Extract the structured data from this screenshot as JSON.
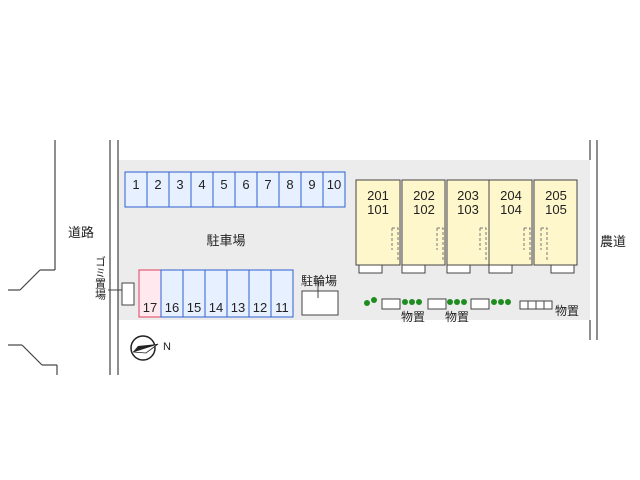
{
  "labels": {
    "road_left": "道路",
    "road_right": "農道",
    "parking": "駐車場",
    "bicycle_parking": "駐輪場",
    "garbage": "ゴミ置場",
    "storage_1": "物置",
    "storage_2": "物置",
    "storage_3": "物置",
    "north": "N"
  },
  "parking_top": [
    "1",
    "2",
    "3",
    "4",
    "5",
    "6",
    "7",
    "8",
    "9",
    "10"
  ],
  "parking_bottom": [
    "17",
    "16",
    "15",
    "14",
    "13",
    "12",
    "11"
  ],
  "units": [
    {
      "upper": "201",
      "lower": "101"
    },
    {
      "upper": "202",
      "lower": "102"
    },
    {
      "upper": "203",
      "lower": "103"
    },
    {
      "upper": "204",
      "lower": "104"
    },
    {
      "upper": "205",
      "lower": "105"
    }
  ],
  "colors": {
    "parking_fill": "#e6f0ff",
    "parking_stroke": "#2f5fd0",
    "special_fill": "#ffe8ee",
    "special_stroke": "#e0405c",
    "building_fill": "#fff7cc",
    "lot_fill": "#ececec",
    "tree": "#1e8c1e"
  }
}
